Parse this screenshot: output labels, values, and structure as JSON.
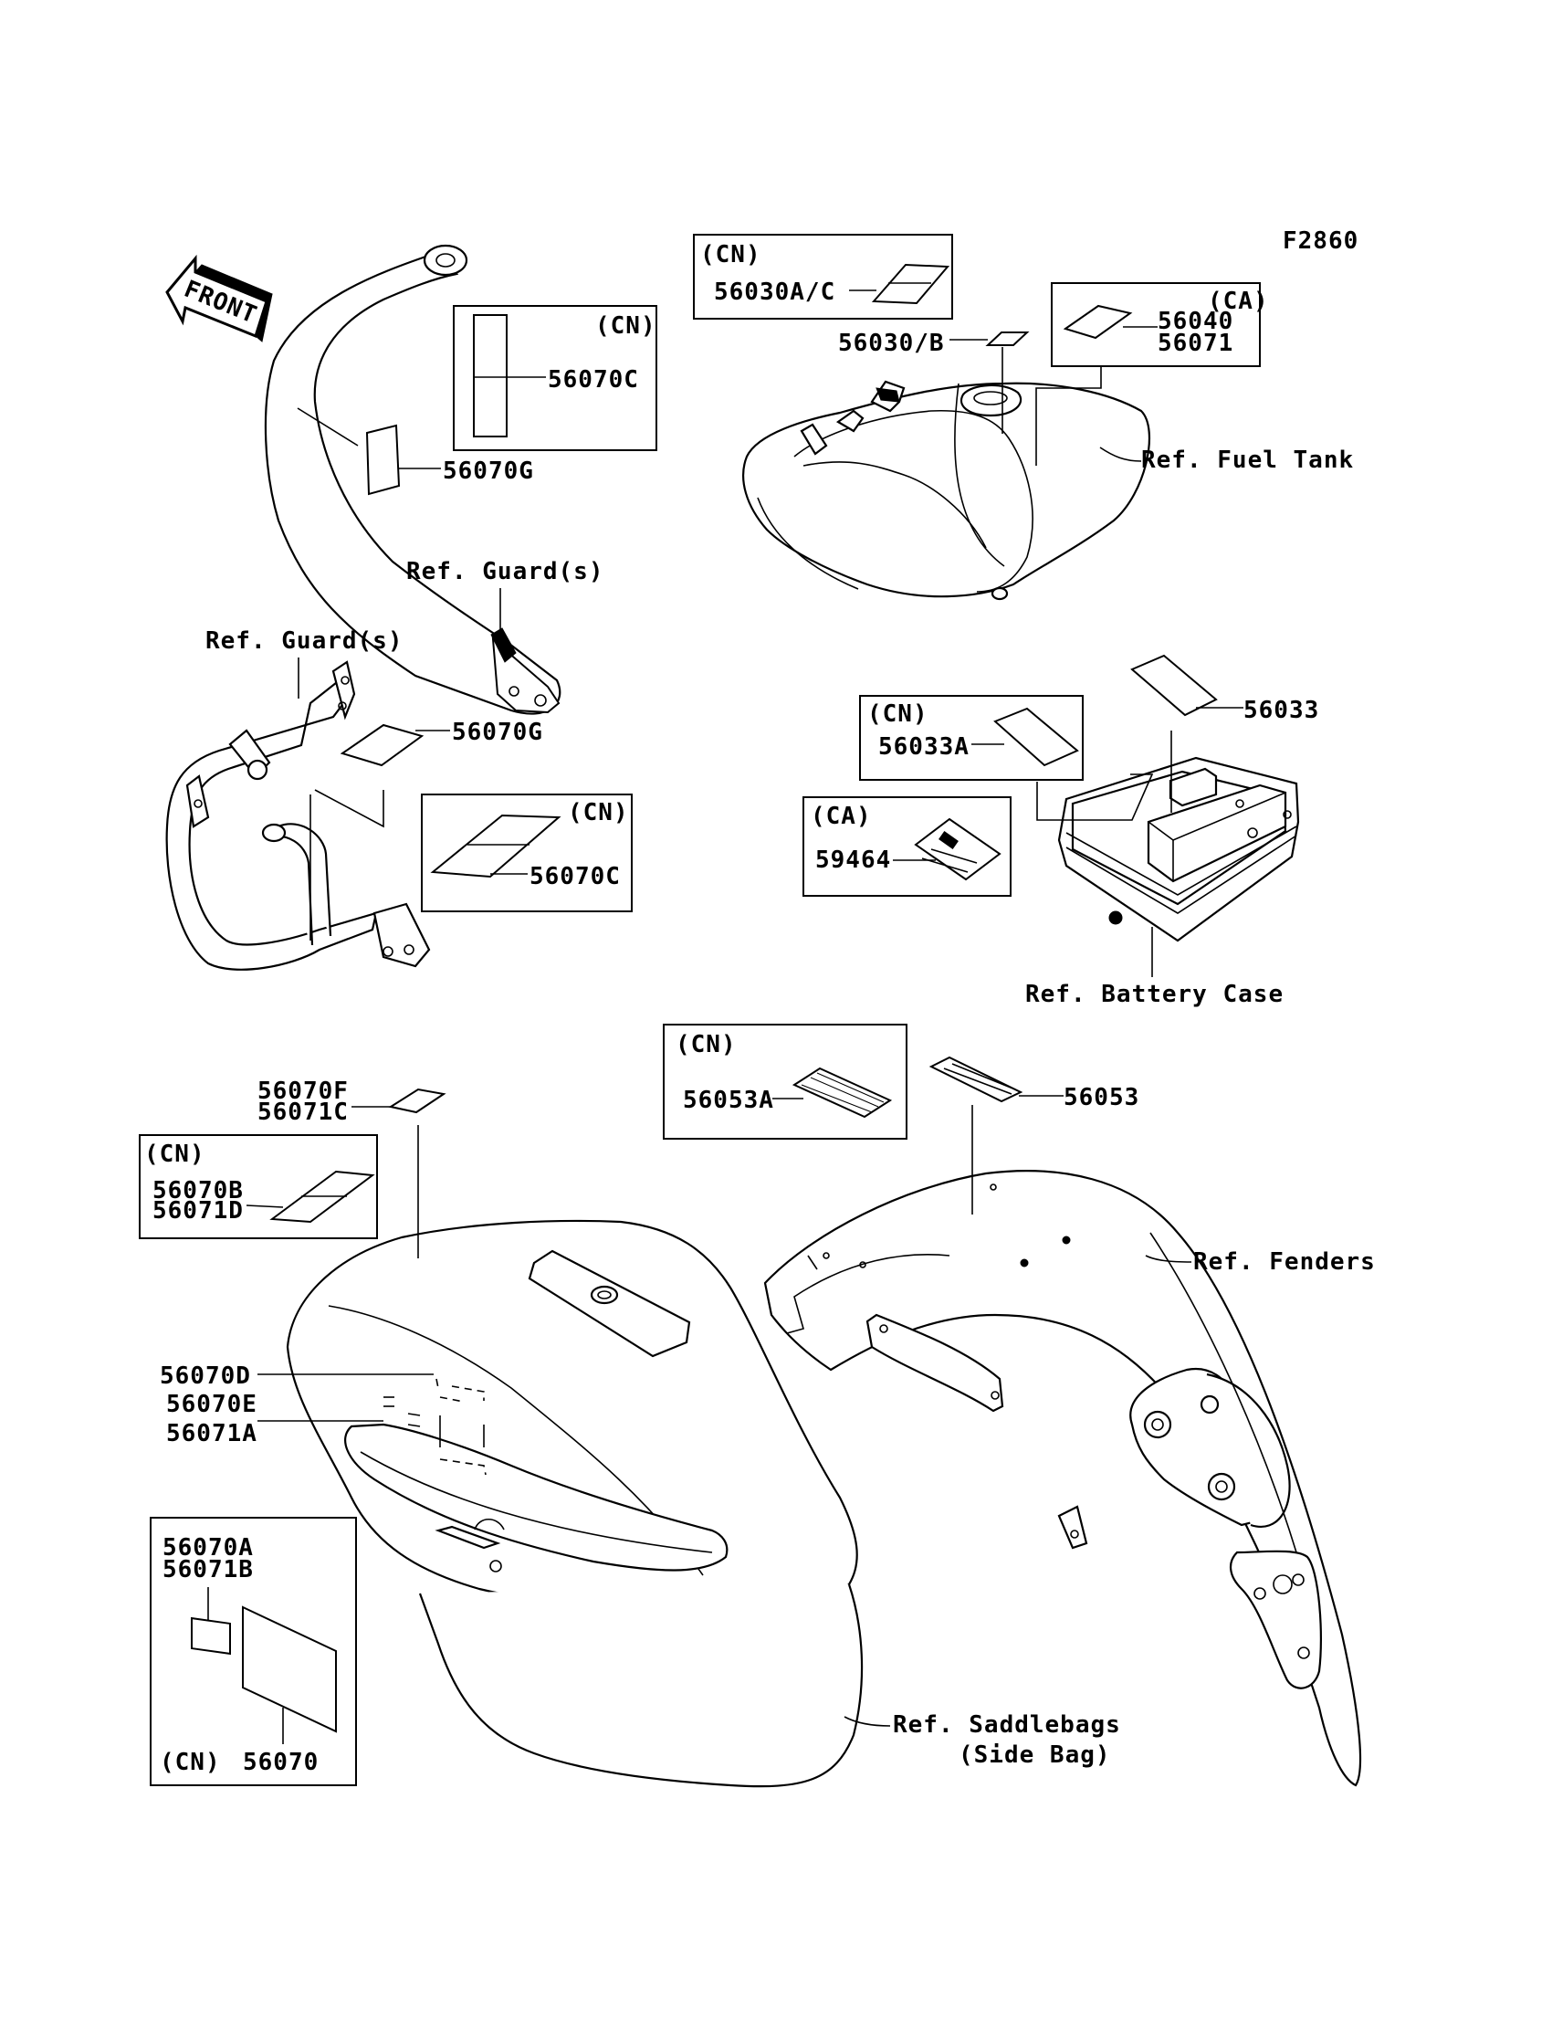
{
  "figure_code": "F2860",
  "front_arrow": "FRONT",
  "labels": {
    "guard_upper": {
      "cn_tag": "(CN)",
      "part_cn": "56070C",
      "part": "56070G",
      "ref": "Ref. Guard(s)"
    },
    "guard_lower": {
      "ref": "Ref. Guard(s)",
      "part": "56070G",
      "cn_tag": "(CN)",
      "part_cn": "56070C"
    },
    "fuel_tank": {
      "cn_tag": "(CN)",
      "part_cn": "56030A/C",
      "part_b": "56030/B",
      "ca_tag": "(CA)",
      "part_ca_1": "56040",
      "part_ca_2": "56071",
      "ref": "Ref. Fuel Tank"
    },
    "battery_case": {
      "part": "56033",
      "cn_tag": "(CN)",
      "part_cn": "56033A",
      "ca_tag": "(CA)",
      "part_ca": "59464",
      "ref": "Ref. Battery Case"
    },
    "fenders": {
      "cn_tag": "(CN)",
      "part_cn": "56053A",
      "part": "56053",
      "ref": "Ref. Fenders"
    },
    "saddlebags": {
      "part_top_1": "56070F",
      "part_top_2": "56071C",
      "cn_tag": "(CN)",
      "part_cn_1": "56070B",
      "part_cn_2": "56071D",
      "part_d": "56070D",
      "part_e": "56070E",
      "part_a": "56071A",
      "part_box_1": "56070A",
      "part_box_2": "56071B",
      "box_cn_tag": "(CN)",
      "part_box_cn": "56070",
      "ref_line_1": "Ref. Saddlebags",
      "ref_line_2": "(Side Bag)"
    }
  }
}
